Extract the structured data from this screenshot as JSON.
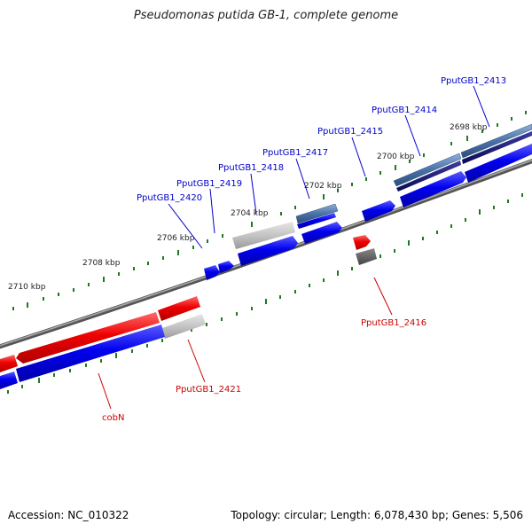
{
  "title": "Pseudomonas putida GB-1, complete genome",
  "footer": {
    "accession": "Accession: NC_010322",
    "summary": "Topology: circular; Length: 6,078,430 bp; Genes: 5,506"
  },
  "colors": {
    "forward_gene": "#e60000",
    "reverse_gene": "#0000e6",
    "rna_gene": "#c8c8c8",
    "other_feature": "#4f6f9f",
    "backbone": "#777777",
    "tick": "#1e7a1e",
    "label_blue": "#0000cc",
    "label_red": "#cc0000"
  },
  "scale_labels": [
    "2698 kbp",
    "2700 kbp",
    "2702 kbp",
    "2704 kbp",
    "2706 kbp",
    "2708 kbp",
    "2710 kbp"
  ],
  "gene_labels": [
    {
      "text": "PputGB1_2413",
      "strand": "reverse"
    },
    {
      "text": "PputGB1_2414",
      "strand": "reverse"
    },
    {
      "text": "PputGB1_2415",
      "strand": "reverse"
    },
    {
      "text": "PputGB1_2417",
      "strand": "reverse"
    },
    {
      "text": "PputGB1_2418",
      "strand": "reverse"
    },
    {
      "text": "PputGB1_2419",
      "strand": "reverse"
    },
    {
      "text": "PputGB1_2420",
      "strand": "reverse"
    },
    {
      "text": "PputGB1_2416",
      "strand": "forward"
    },
    {
      "text": "PputGB1_2421",
      "strand": "forward"
    },
    {
      "text": "cobN",
      "strand": "forward"
    }
  ]
}
